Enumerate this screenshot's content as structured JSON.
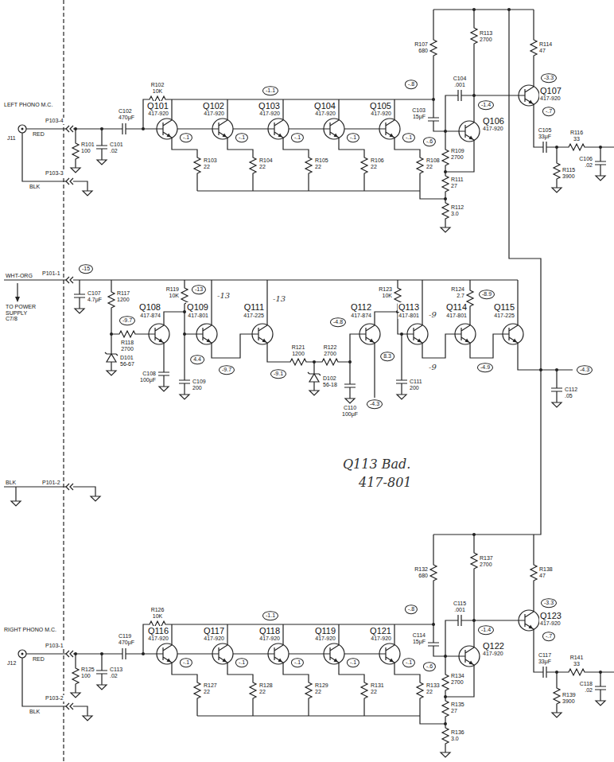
{
  "diagram": {
    "nodes": [
      {
        "text": [
          "-.1"
        ]
      },
      {
        "text": [
          "-.1"
        ]
      },
      {
        "text": [
          "-.1"
        ]
      },
      {
        "text": [
          "-.1"
        ]
      },
      {
        "text": [
          "-.1"
        ]
      },
      {
        "text": [
          "-1.1"
        ]
      },
      {
        "text": [
          "-.8"
        ]
      },
      {
        "text": [
          "-.6"
        ]
      },
      {
        "text": [
          "-1.4"
        ]
      },
      {
        "text": [
          "-3.3"
        ]
      },
      {
        "text": [
          "-.7"
        ]
      },
      {
        "text": [
          "-15"
        ]
      },
      {
        "text": [
          "-13"
        ]
      },
      {
        "text": [
          "-9.7"
        ]
      },
      {
        "text": [
          "4.4"
        ]
      },
      {
        "text": [
          "-9.7"
        ]
      },
      {
        "text": [
          "-9.1"
        ]
      },
      {
        "text": [
          "-4.8"
        ]
      },
      {
        "text": [
          "8.3"
        ]
      },
      {
        "text": [
          "-4.3"
        ]
      },
      {
        "text": [
          "-8.9"
        ]
      },
      {
        "text": [
          "-4.9"
        ]
      },
      {
        "text": [
          "-4.3"
        ]
      },
      {
        "text": [
          "-.1"
        ]
      },
      {
        "text": [
          "-.1"
        ]
      },
      {
        "text": [
          "-.1"
        ]
      },
      {
        "text": [
          "-.1"
        ]
      },
      {
        "text": [
          "-.1"
        ]
      },
      {
        "text": [
          "-1.1"
        ]
      },
      {
        "text": [
          "-.8"
        ]
      },
      {
        "text": [
          "-.6"
        ]
      },
      {
        "text": [
          "-1.4"
        ]
      },
      {
        "text": [
          "-3.3"
        ]
      },
      {
        "text": [
          "-.7"
        ]
      }
    ],
    "labels": [
      "LEFT PHONO M.C.",
      "J11",
      "P103-4",
      "RED",
      "P103-3",
      "BLK",
      "R101",
      "100",
      "C101",
      ".02",
      "C102",
      "470μF",
      "R102",
      "10K",
      "Q101",
      "417-920",
      "Q102",
      "417-920",
      "Q103",
      "417-920",
      "Q104",
      "417-920",
      "Q105",
      "417-920",
      "R103",
      "22",
      "R104",
      "22",
      "R105",
      "22",
      "R106",
      "22",
      "R108",
      "22",
      "R107",
      "680",
      "R113",
      "2700",
      "R114",
      "47",
      "C104",
      ".001",
      "C103",
      "15μF",
      "Q106",
      "417-920",
      "Q107",
      "417-920",
      "R109",
      "2700",
      "R111",
      "27",
      "R112",
      "3.0",
      "C105",
      "33μF",
      "R116",
      "33",
      "R115",
      "3900",
      "C106",
      ".02",
      "WHT-ORG",
      "P101-1",
      "TO POWER SUPPLY C7/8",
      "C107",
      "4.7μF",
      "R117",
      "1200",
      "R118",
      "2700",
      "R119",
      "10K",
      "D101",
      "56-67",
      "C108",
      "100μF",
      "C109",
      "200",
      "Q108",
      "417-874",
      "Q109",
      "417-801",
      "Q111",
      "417-225",
      "R121",
      "1200",
      "R122",
      "2700",
      "D102",
      "56-18",
      "C110",
      "100μF",
      "Q112",
      "417-874",
      "R123",
      "10K",
      "C111",
      "200",
      "Q113",
      "417-801",
      "R124",
      "2.7",
      "Q114",
      "417-801",
      "Q115",
      "417-225",
      "C112",
      ".05",
      "BLK",
      "P101-2",
      "-13",
      "-13",
      "-9",
      "-9",
      "Q113 Bad.",
      "417-801",
      "RIGHT PHONO M.C.",
      "J12",
      "P103-1",
      "RED",
      "P103-2",
      "BLK",
      "R125",
      "100",
      "C113",
      ".02",
      "C119",
      "470μF",
      "R126",
      "10K",
      "Q116",
      "417-920",
      "Q117",
      "417-920",
      "Q118",
      "417-920",
      "Q119",
      "417-920",
      "Q121",
      "417-920",
      "R127",
      "22",
      "R128",
      "22",
      "R129",
      "22",
      "R131",
      "22",
      "R133",
      "22",
      "R132",
      "680",
      "R137",
      "2700",
      "R138",
      "47",
      "C115",
      ".001",
      "C114",
      "15μF",
      "Q122",
      "417-920",
      "Q123",
      "417-920",
      "R134",
      "2700",
      "R135",
      "27",
      "R136",
      "3.0",
      "C117",
      "33μF",
      "R141",
      "33",
      "R139",
      "3900",
      "C118",
      ".02"
    ]
  }
}
